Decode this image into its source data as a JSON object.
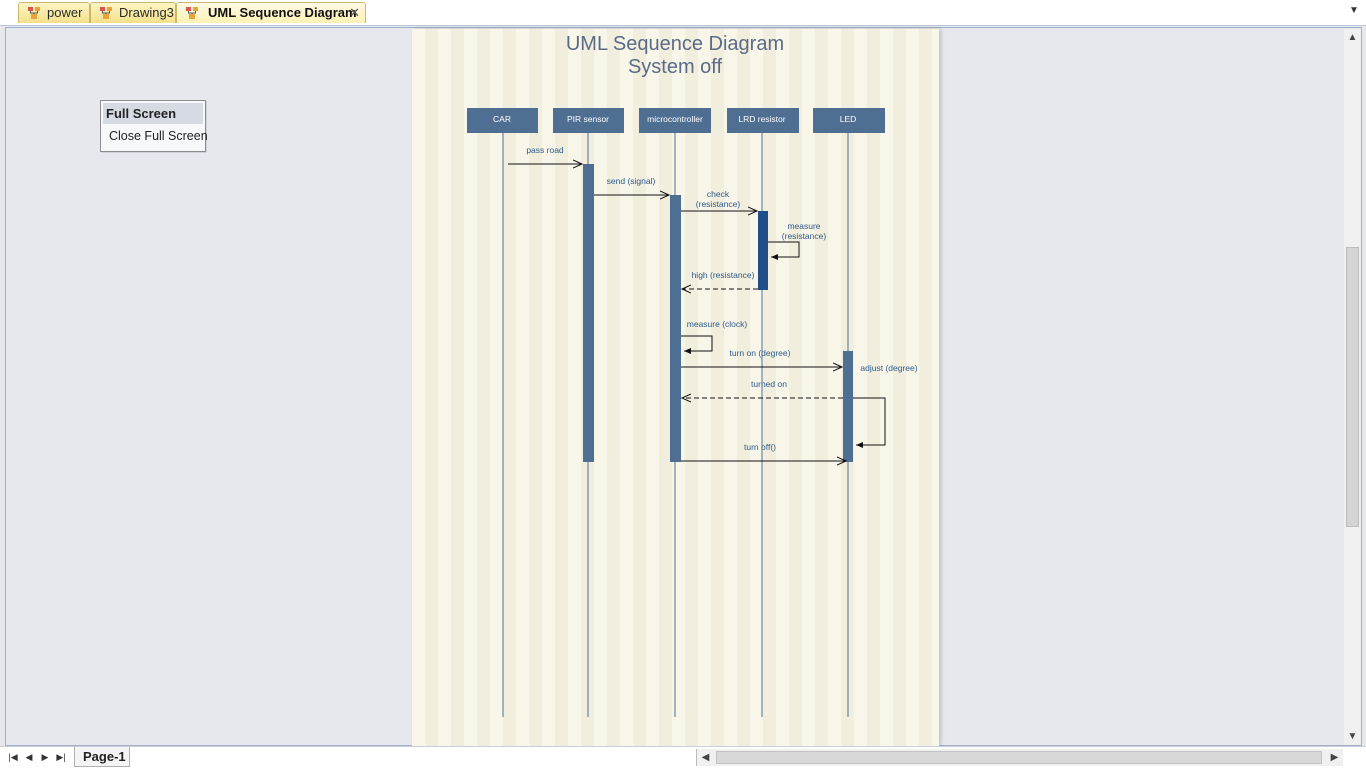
{
  "tabs": [
    {
      "label": "power",
      "icon": "diagram-file-icon"
    },
    {
      "label": "Drawing3",
      "icon": "diagram-file-icon"
    },
    {
      "label": "UML Sequence Diagram",
      "icon": "diagram-file-icon",
      "active": true,
      "close": "✕"
    }
  ],
  "fullscreen_menu": {
    "title": "Full Screen",
    "close_label": "Close Full Screen"
  },
  "diagram": {
    "title_line1": "UML Sequence Diagram",
    "title_line2": "System off",
    "lifelines": [
      "CAR",
      "PIR sensor",
      "microcontroller",
      "LRD resistor",
      "LED"
    ],
    "messages": {
      "pass_road": "pass road",
      "send_signal": "send (signal)",
      "check_1": "check",
      "check_2": "(resistance)",
      "measure_1": "measure",
      "measure_2": "(resistance)",
      "high_resistance": "high (resistance)",
      "measure_clock": "measure (clock)",
      "turn_on": "turn on  (degree)",
      "adjust": "adjust (degree)",
      "turned_on": "turned on",
      "turn_off": "turn off()"
    },
    "colors": {
      "lifeline_box": "#4e6e92",
      "activation": "#4e6e92",
      "activation_dark": "#1f4f86",
      "message_text": "#2d5a8c",
      "title": "#5b6b87"
    }
  },
  "bottom": {
    "page_tab": "Page-1",
    "nav": [
      "first-page",
      "prev-page",
      "next-page",
      "last-page"
    ]
  }
}
